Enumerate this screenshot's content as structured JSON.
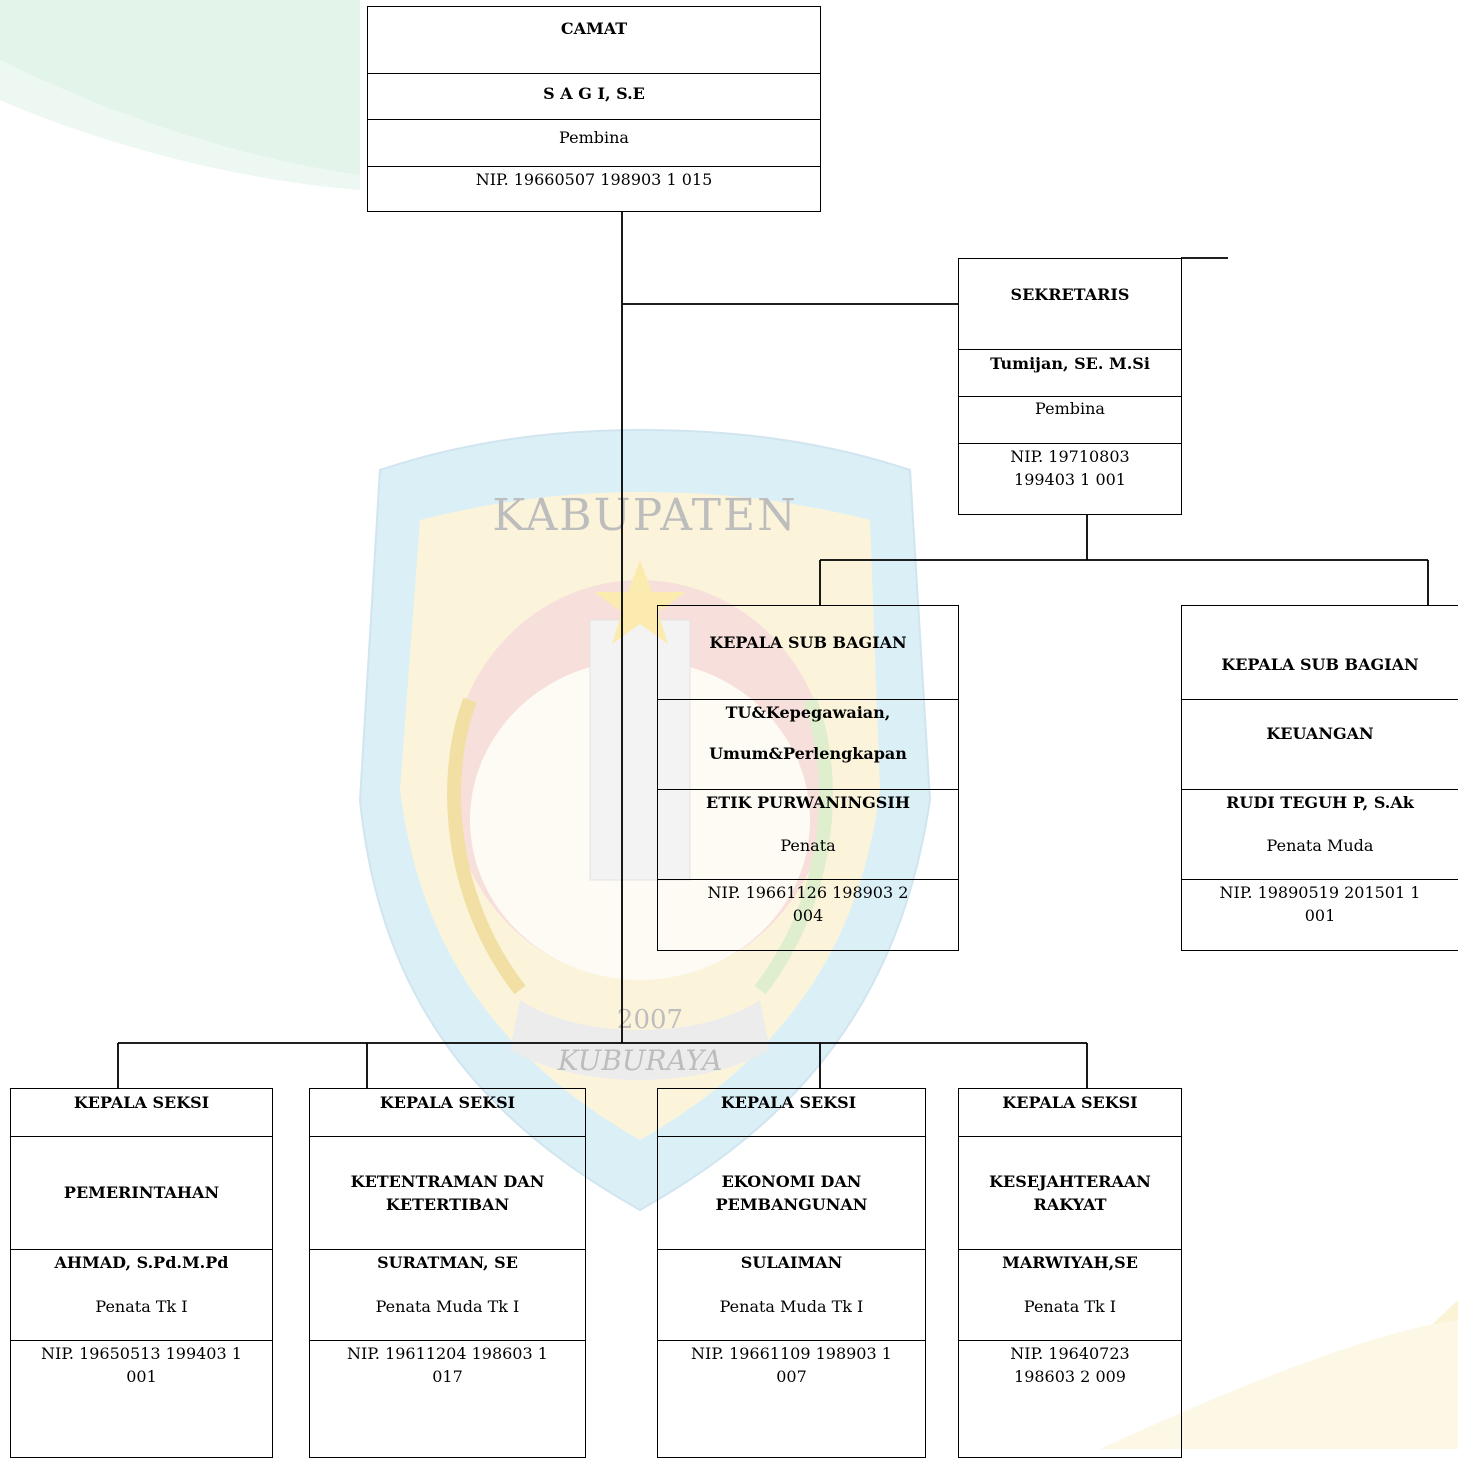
{
  "watermark": {
    "text_top": "KABUPATEN",
    "text_year": "2007",
    "text_bottom": "KUBURAYA"
  },
  "camat": {
    "title": "CAMAT",
    "name": "S A G I, S.E",
    "rank": "Pembina",
    "nip": "NIP. 19660507 198903 1 015"
  },
  "sekretaris": {
    "title": "SEKRETARIS",
    "name": "Tumijan, SE. M.Si",
    "rank": "Pembina",
    "nip_line1": "NIP. 19710803",
    "nip_line2": "199403 1 001"
  },
  "subbag_tu": {
    "title": "KEPALA SUB BAGIAN",
    "unit_line1": "TU&Kepegawaian,",
    "unit_line2": "Umum&Perlengkapan",
    "name": "ETIK PURWANINGSIH",
    "rank": "Penata",
    "nip_line1": "NIP. 19661126  198903 2",
    "nip_line2": "004"
  },
  "subbag_keu": {
    "title": "KEPALA SUB BAGIAN",
    "unit": "KEUANGAN",
    "name": "RUDI TEGUH P, S.Ak",
    "rank": "Penata Muda",
    "nip_line1": "NIP. 19890519  201501 1",
    "nip_line2": "001"
  },
  "seksi": [
    {
      "title": "KEPALA SEKSI",
      "unit_line1": "PEMERINTAHAN",
      "unit_line2": "",
      "name": "AHMAD, S.Pd.M.Pd",
      "rank": "Penata Tk I",
      "nip_line1": "NIP. 19650513 199403 1",
      "nip_line2": "001"
    },
    {
      "title": "KEPALA SEKSI",
      "unit_line1": "KETENTRAMAN DAN",
      "unit_line2": "KETERTIBAN",
      "name": "SURATMAN, SE",
      "rank": "Penata Muda Tk I",
      "nip_line1": "NIP. 19611204  198603 1",
      "nip_line2": "017"
    },
    {
      "title": "KEPALA SEKSI",
      "unit_line1": "EKONOMI DAN",
      "unit_line2": "PEMBANGUNAN",
      "name": "SULAIMAN",
      "rank": "Penata Muda Tk I",
      "nip_line1": "NIP. 19661109 198903 1",
      "nip_line2": "007"
    },
    {
      "title": "KEPALA SEKSI",
      "unit_line1": "KESEJAHTERAAN",
      "unit_line2": "RAKYAT",
      "name": "MARWIYAH,SE",
      "rank": "Penata Tk I",
      "nip_line1": "NIP. 19640723",
      "nip_line2": "198603 2 009"
    }
  ],
  "colors": {
    "line": "#000000",
    "bg_green": "#dff3e6",
    "shield_blue": "#d6eef6",
    "shield_red": "#f6d8d6",
    "shield_yellow": "#fbf1cf",
    "watermark_text": "#b9b9b9"
  }
}
